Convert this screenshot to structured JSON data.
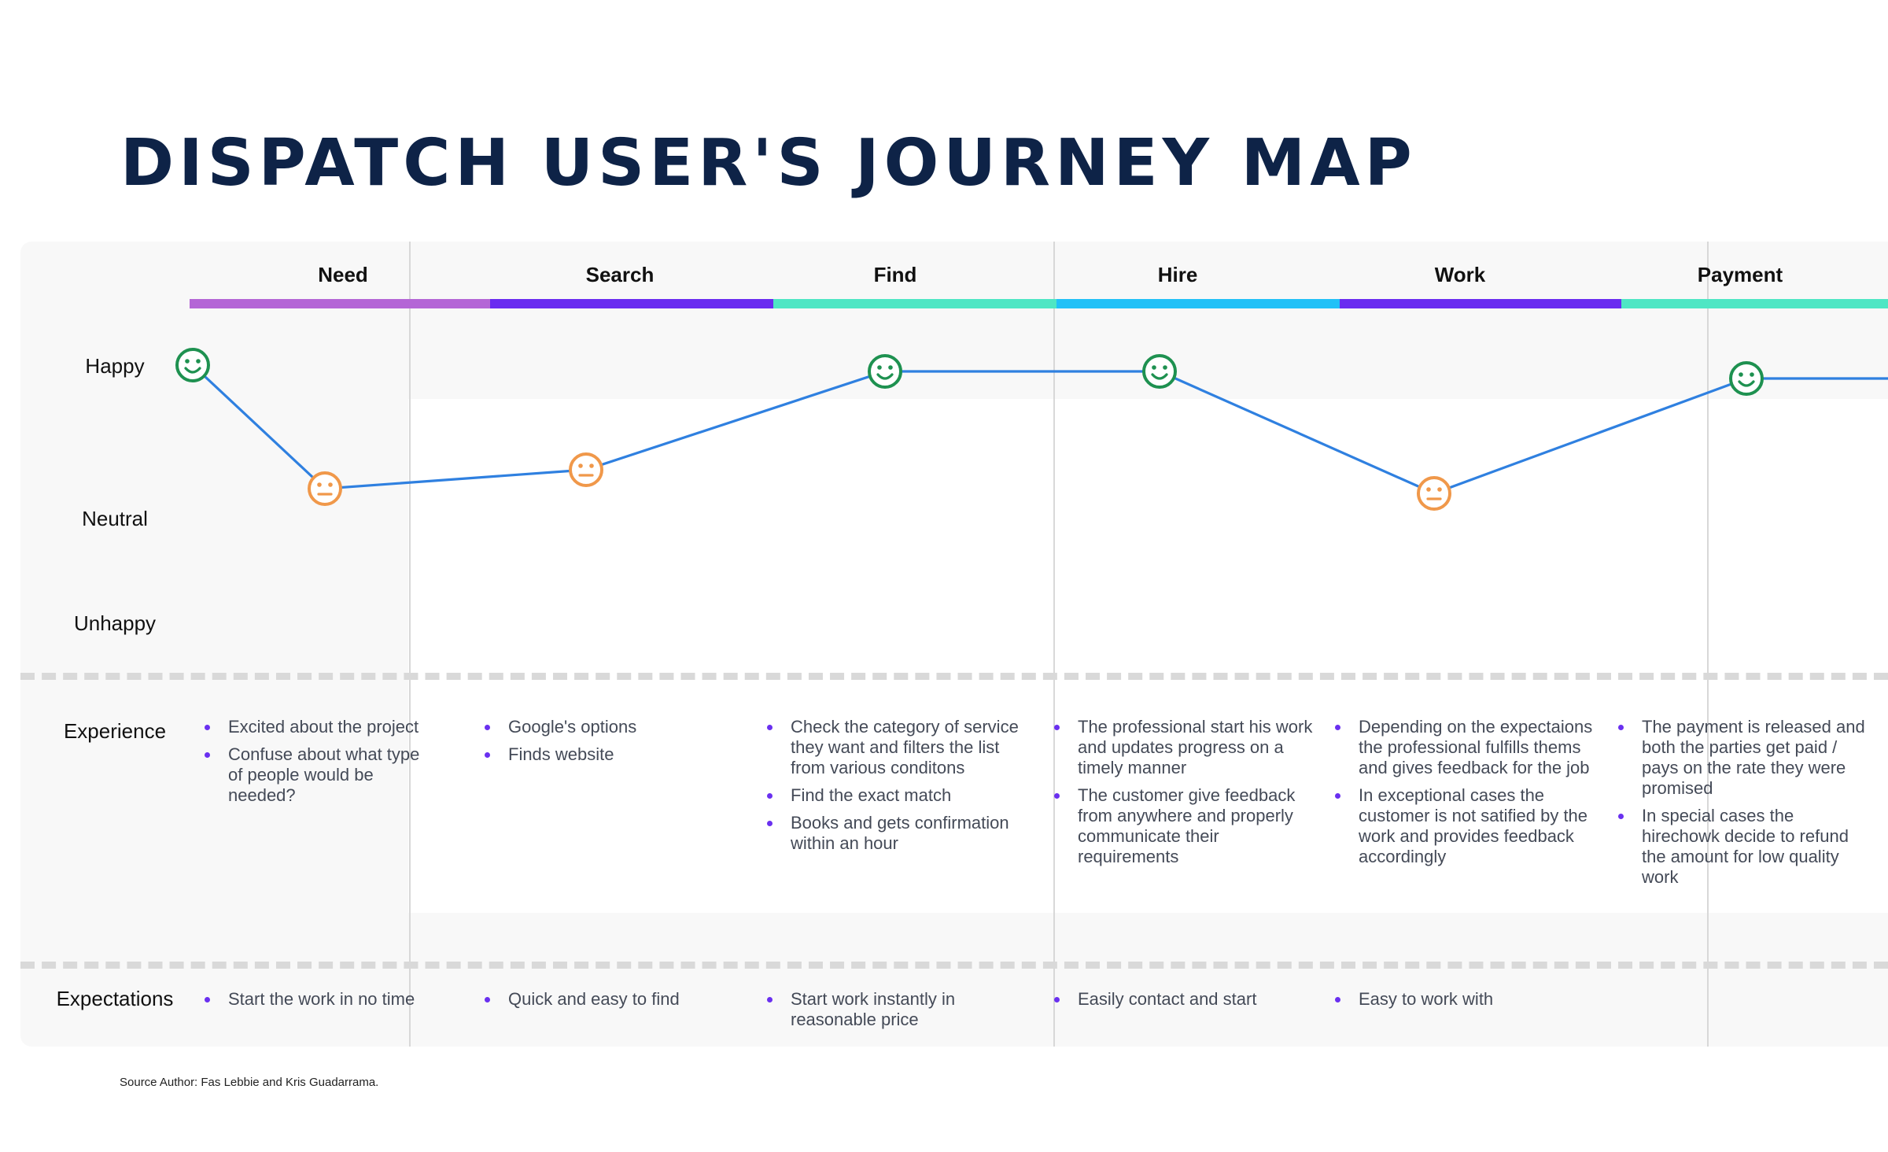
{
  "title": "DISPATCH USER'S JOURNEY MAP",
  "source": "Source Author: Fas Lebbie and Kris Guadarrama.",
  "colors": {
    "line": "#2f80e0",
    "happy": "#1e9150",
    "neutral": "#f0984a",
    "bullet": "#6a30f0",
    "title": "#0e2347"
  },
  "sentiment_rows": [
    {
      "label": "Happy"
    },
    {
      "label": "Neutral"
    },
    {
      "label": "Unhappy"
    }
  ],
  "section_rows": [
    {
      "label": "Experience"
    },
    {
      "label": "Expectations"
    }
  ],
  "phases": [
    {
      "name": "Need",
      "color": "#b466d6",
      "experience": [
        "Excited about the project",
        "Confuse about what type of people would be needed?"
      ],
      "expectations": [
        "Start the work in no time"
      ]
    },
    {
      "name": "Search",
      "color": "#6a2cf0",
      "experience": [
        "Google's options",
        "Finds website"
      ],
      "expectations": [
        "Quick and easy to find"
      ]
    },
    {
      "name": "Find",
      "color": "#4fe6c4",
      "experience": [
        "Check the category of service they want and filters the list from various conditons",
        "Find the exact match",
        "Books and gets confirmation within an hour"
      ],
      "expectations": [
        "Start work instantly in reasonable price"
      ]
    },
    {
      "name": "Hire",
      "color": "#22c1f7",
      "experience": [
        "The professional start his work and updates progress on a timely manner",
        "The customer give feedback from anywhere and properly communicate their requirements"
      ],
      "expectations": [
        "Easily contact and start"
      ]
    },
    {
      "name": "Work",
      "color": "#6a2cf0",
      "experience": [
        "Depending on the expectaions the professional fulfills thems and gives feedback for the job",
        "In exceptional cases the customer is not satified by the work and provides feedback accordingly"
      ],
      "expectations": [
        "Easy to work with"
      ]
    },
    {
      "name": "Payment",
      "color": "#4fe6c4",
      "experience": [
        "The payment is released and both the parties get paid / pays on the rate they were promised",
        "In special cases the hirechowk decide to refund the amount for low quality work"
      ],
      "expectations": []
    }
  ],
  "journey": [
    {
      "phase": "Need",
      "sentiment": "happy"
    },
    {
      "phase": "Need",
      "sentiment": "neutral"
    },
    {
      "phase": "Search",
      "sentiment": "neutral"
    },
    {
      "phase": "Find",
      "sentiment": "happy"
    },
    {
      "phase": "Hire",
      "sentiment": "happy"
    },
    {
      "phase": "Work",
      "sentiment": "neutral"
    },
    {
      "phase": "Payment",
      "sentiment": "happy"
    }
  ]
}
